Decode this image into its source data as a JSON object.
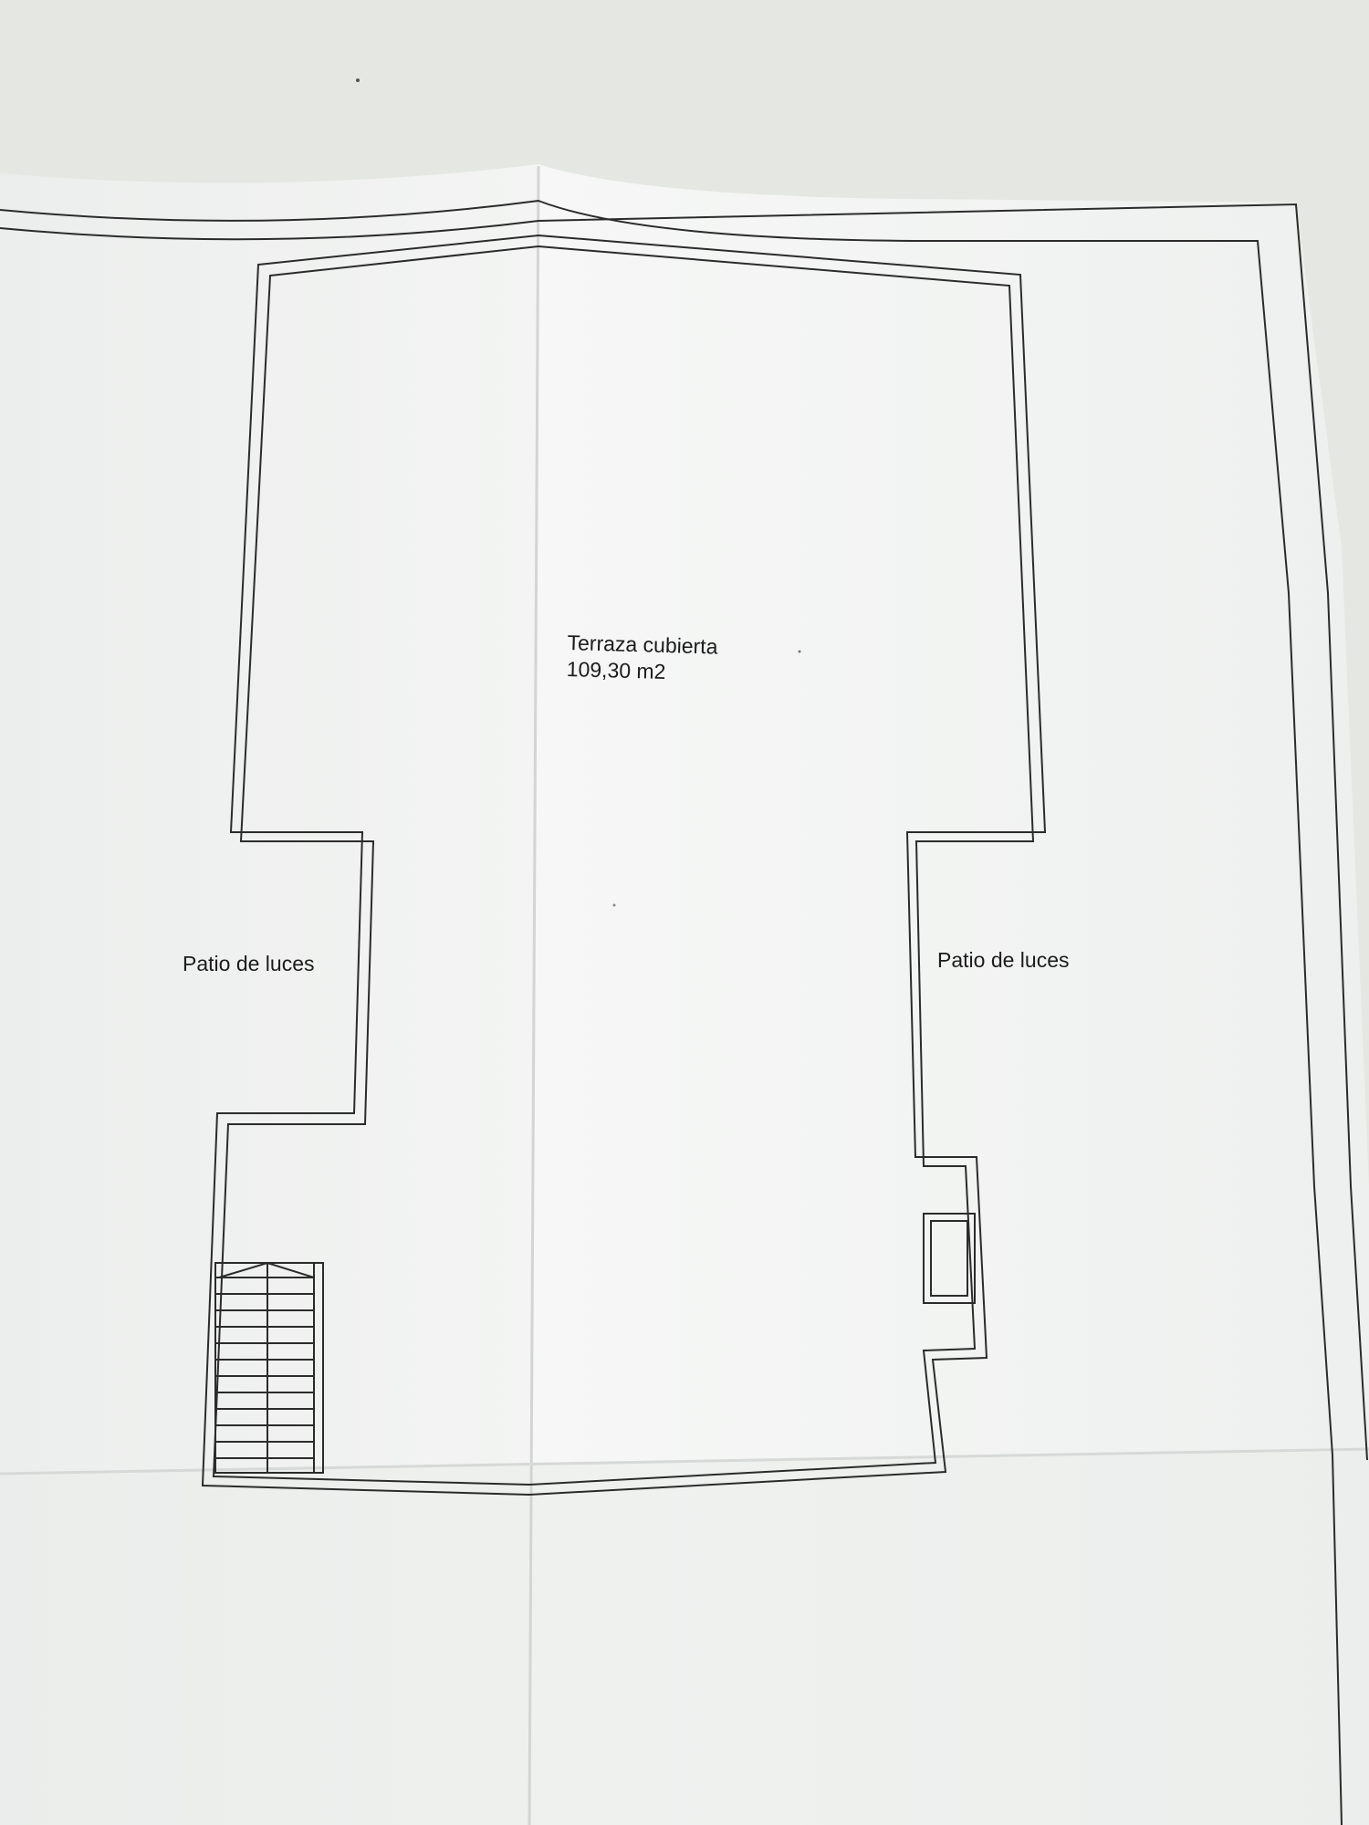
{
  "plan": {
    "main_room_name": "Terraza cubierta",
    "main_room_area": "109,30 m2",
    "left_courtyard": "Patio de luces",
    "right_courtyard": "Patio de luces"
  },
  "colors": {
    "background": "#e6e8e3",
    "paper": "#f2f3f2",
    "ink": "#2b2b2b"
  },
  "stair": {
    "steps": 12,
    "icon": "staircase-icon"
  }
}
